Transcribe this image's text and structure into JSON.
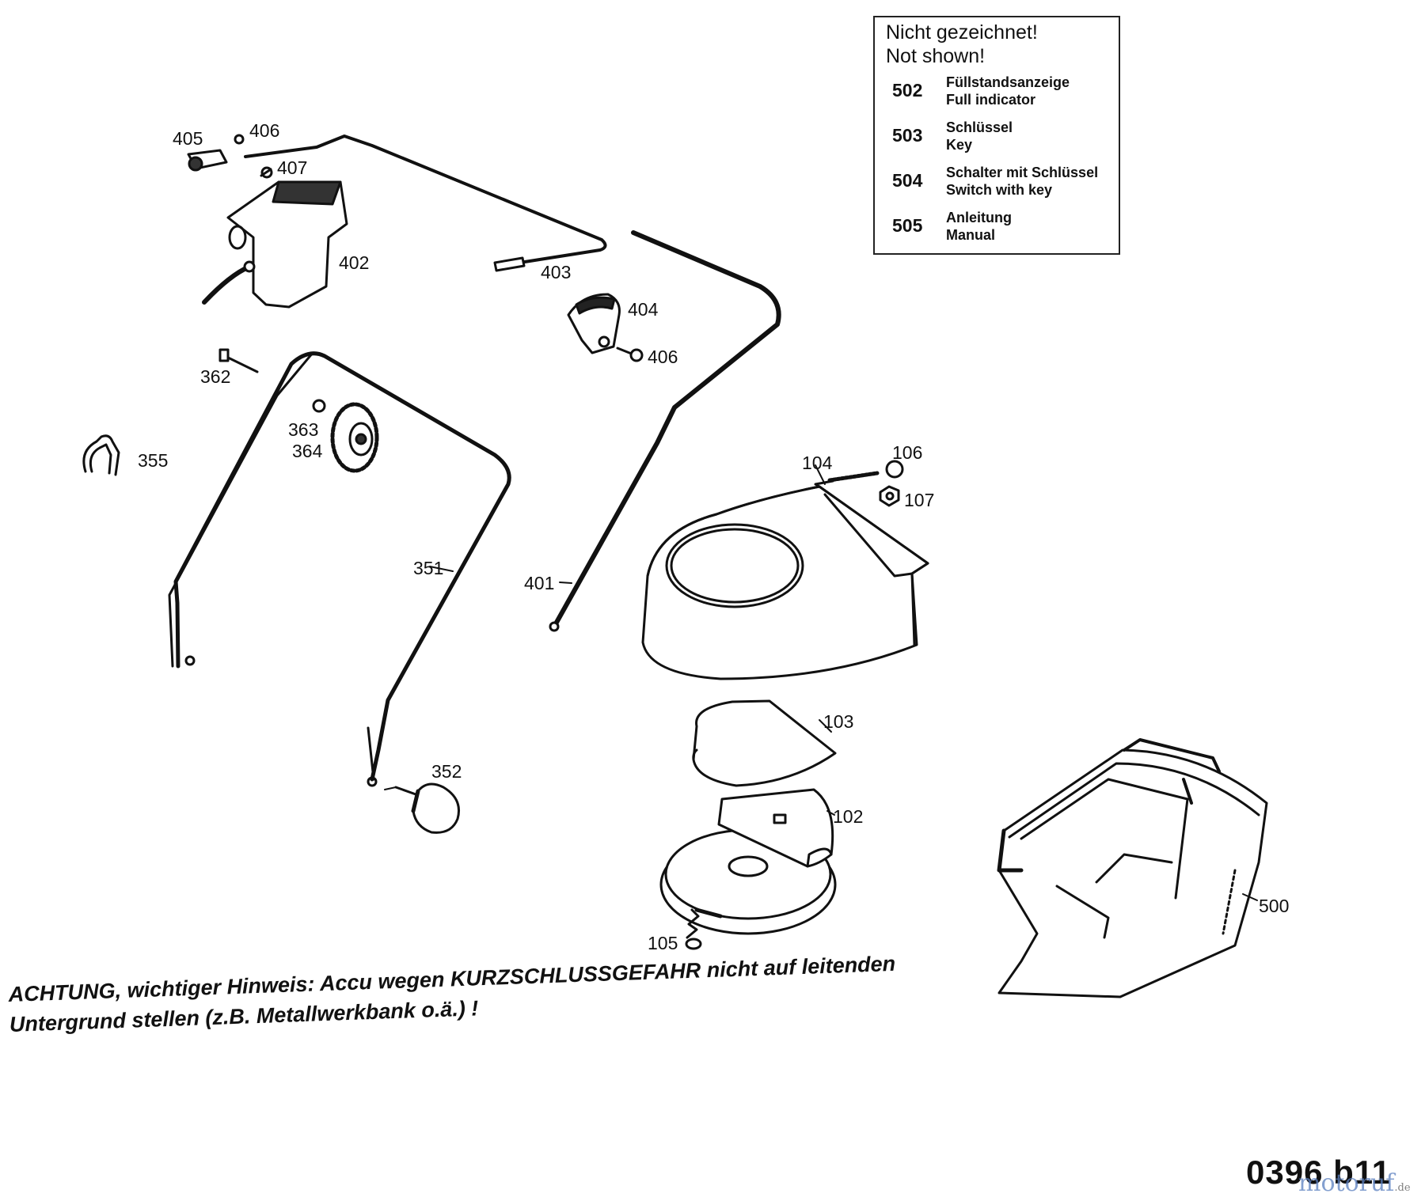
{
  "legend": {
    "title_de": "Nicht gezeichnet!",
    "title_en": "Not shown!",
    "items": [
      {
        "number": "502",
        "de": "Füllstandsanzeige",
        "en": "Full indicator"
      },
      {
        "number": "503",
        "de": "Schlüssel",
        "en": "Key"
      },
      {
        "number": "504",
        "de": "Schalter mit Schlüssel",
        "en": "Switch with key"
      },
      {
        "number": "505",
        "de": "Anleitung",
        "en": "Manual"
      }
    ]
  },
  "part_labels": {
    "p405": "405",
    "p406a": "406",
    "p407": "407",
    "p402": "402",
    "p403": "403",
    "p404": "404",
    "p406b": "406",
    "p362": "362",
    "p363": "363",
    "p364": "364",
    "p355": "355",
    "p351": "351",
    "p401": "401",
    "p104": "104",
    "p106": "106",
    "p107": "107",
    "p103": "103",
    "p352": "352",
    "p102": "102",
    "p105": "105",
    "p500": "500"
  },
  "warning": {
    "line1": "ACHTUNG, wichtiger Hinweis: Accu wegen KURZSCHLUSSGEFAHR nicht auf leitenden",
    "line2": "Untergrund stellen (z.B. Metallwerkbank o.ä.) !"
  },
  "drawing_id": "0396 b11",
  "watermark": {
    "brand": "motoruf",
    "tld": ".de"
  }
}
